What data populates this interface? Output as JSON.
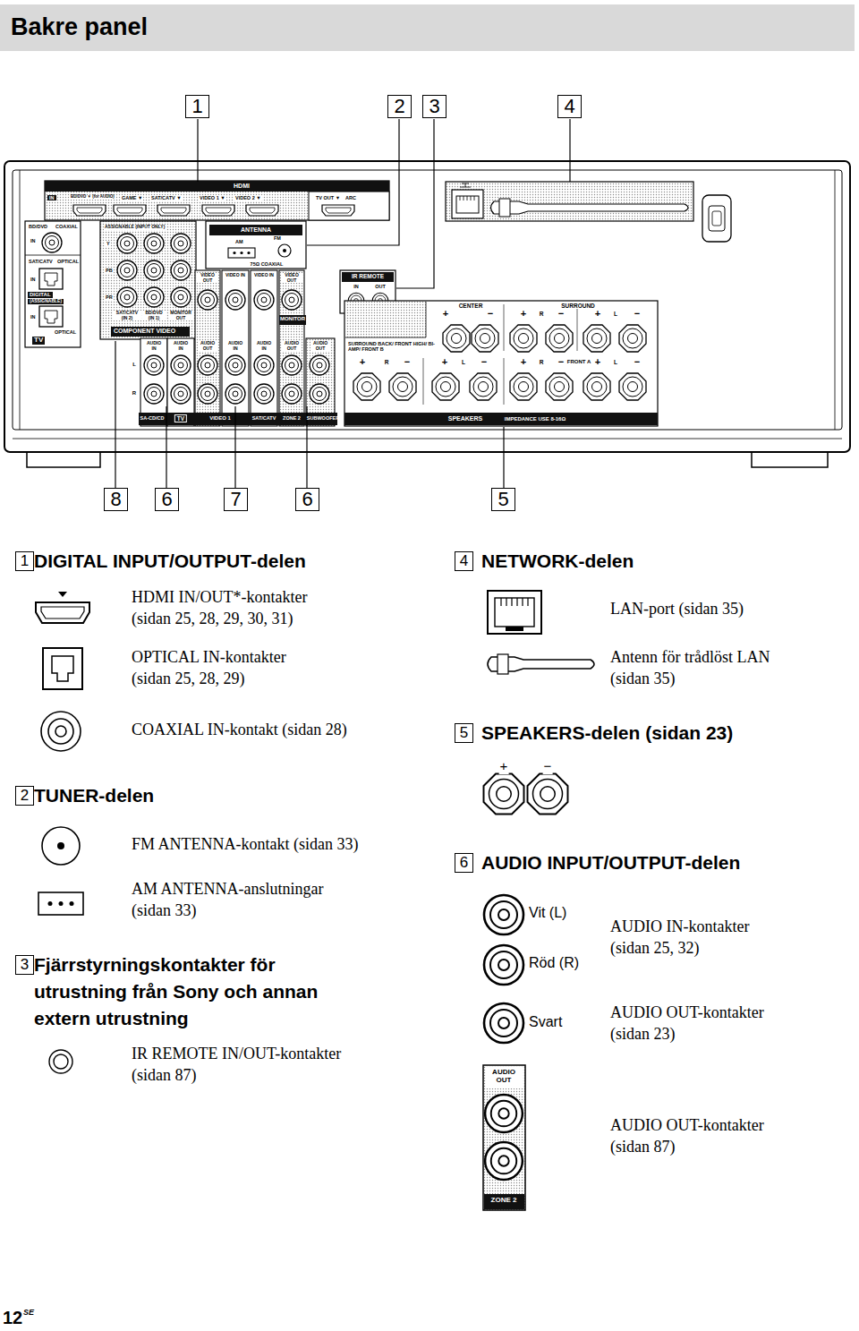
{
  "diagram": {
    "title": "Bakre panel",
    "labels": [
      "1",
      "2",
      "3",
      "4",
      "HDMI",
      "IN",
      "BD/DVD ▼ (for AUDIO)",
      "GAME ▼",
      "SAT/CATV ▼",
      "VIDEO 1 ▼",
      "VIDEO 2 ▼",
      "TV OUT ▼",
      "ARC",
      "BD/DVD",
      "COAXIAL",
      "IN",
      "SAT/CATV",
      "OPTICAL",
      "IN",
      "DIGITAL",
      "(ASSIGNABLE)",
      "IN",
      "OPTICAL",
      "TV",
      "ASSIGNABLE (INPUT ONLY)",
      "Y",
      "PB",
      "PR",
      "SAT/CATV (IN 2)",
      "BD/DVD (IN 1)",
      "MONITOR OUT",
      "COMPONENT VIDEO",
      "ANTENNA",
      "AM",
      "FM",
      "75Ω COAXIAL",
      "VIDEO OUT",
      "VIDEO IN",
      "VIDEO IN",
      "VIDEO OUT",
      "MONITOR",
      "IR REMOTE",
      "IN",
      "OUT",
      "CENTER",
      "SURROUND",
      "+",
      "−",
      "+",
      "R",
      "−",
      "+",
      "L",
      "−",
      "SURROUND BACK/ FRONT HIGH/ BI-AMP/ FRONT B",
      "+",
      "R",
      "−",
      "+",
      "L",
      "−",
      "+",
      "R",
      "−",
      "FRONT A",
      "+",
      "L",
      "−",
      "AUDIO IN",
      "AUDIO IN",
      "AUDIO OUT",
      "AUDIO IN",
      "AUDIO IN",
      "AUDIO OUT",
      "AUDIO OUT",
      "L",
      "R",
      "SA-CD/CD",
      "TV",
      "VIDEO 1",
      "SAT/CATV",
      "ZONE 2",
      "SUBWOOFER",
      "SPEAKERS",
      "IMPEDANCE USE 8-16Ω",
      "8",
      "6",
      "7",
      "6",
      "5",
      "1",
      "DIGITAL INPUT/OUTPUT-delen",
      "HDMI IN/OUT*-kontakter (sidan 25, 28, 29, 30, 31)",
      "OPTICAL IN-kontakter (sidan 25, 28, 29)",
      "COAXIAL IN-kontakt (sidan 28)",
      "2",
      "TUNER-delen",
      "FM ANTENNA-kontakt (sidan 33)",
      "AM ANTENNA-anslutningar (sidan 33)",
      "3",
      "Fjärrstyrningskontakter för utrustning från Sony och annan extern utrustning",
      "IR REMOTE IN/OUT-kontakter (sidan 87)",
      "4",
      "NETWORK-delen",
      "LAN-port (sidan 35)",
      "Antenn för trådlöst LAN (sidan 35)",
      "5",
      "SPEAKERS-delen (sidan 23)",
      "+",
      "−",
      "6",
      "AUDIO INPUT/OUTPUT-delen",
      "Vit (L)",
      "Röd (R)",
      "Svart",
      "AUDIO IN-kontakter (sidan 25, 32)",
      "AUDIO OUT-kontakter (sidan 23)",
      "AUDIO OUT",
      "ZONE 2",
      "AUDIO OUT-kontakter (sidan 87)",
      "12",
      "SE"
    ]
  }
}
